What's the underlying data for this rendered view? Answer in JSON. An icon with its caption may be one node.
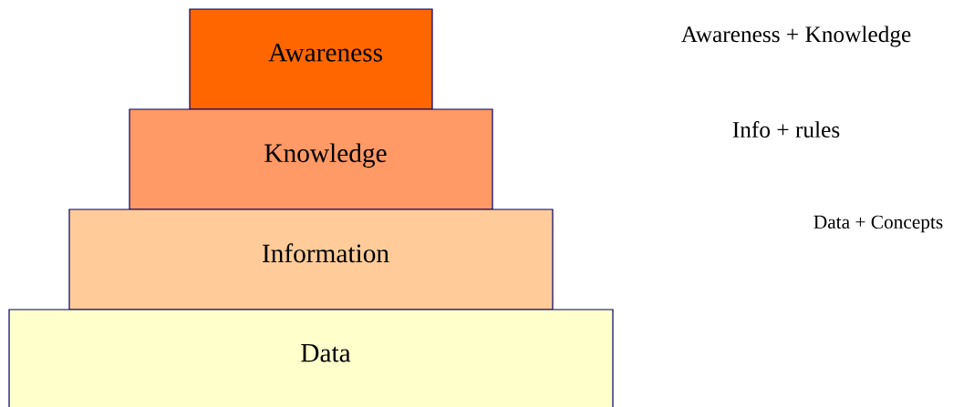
{
  "diagram": {
    "nodes": [
      {
        "text": [
          "Awareness"
        ]
      },
      {
        "text": [
          "Knowledge"
        ]
      },
      {
        "text": [
          "Information"
        ]
      },
      {
        "text": [
          "Data"
        ]
      }
    ],
    "edges": [],
    "labels": [
      "Awareness + Knowledge",
      "Info + rules",
      "Data + Concepts"
    ]
  }
}
